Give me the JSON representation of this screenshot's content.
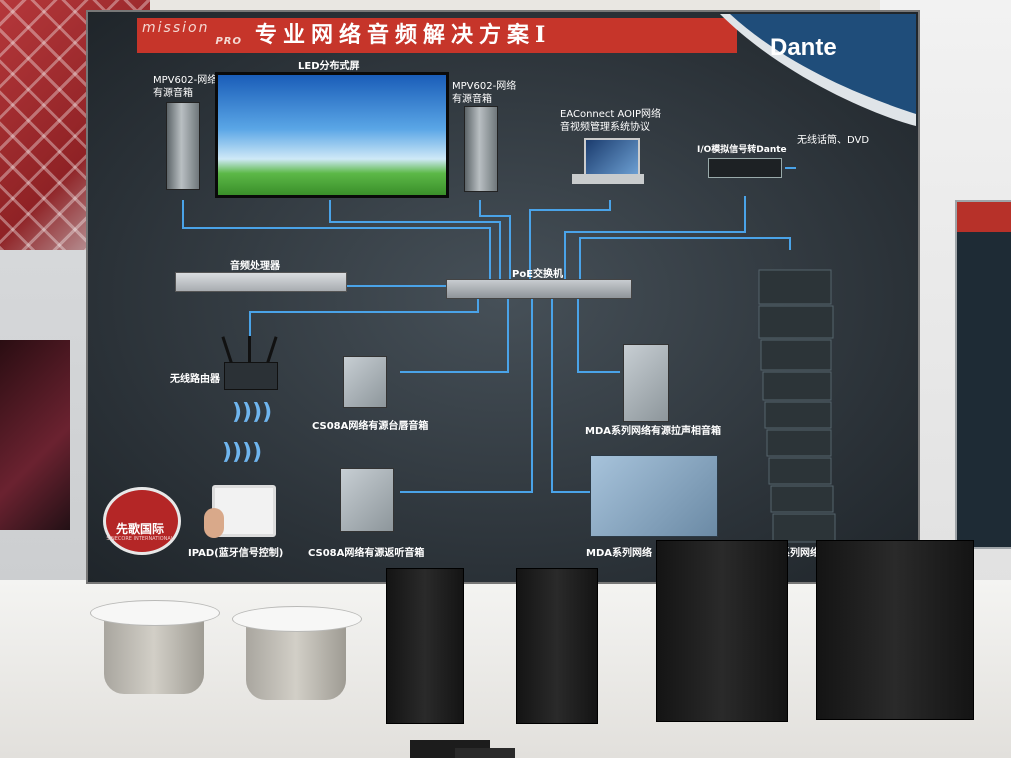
{
  "board": {
    "brand_logo": "mission",
    "brand_logo_sub": "PRO",
    "title": "专业网络音频解决方案Ⅰ",
    "dante_logo": "Dante",
    "company": {
      "name": "先歌国际",
      "sub": "SINECORE INTERNATIONAL"
    }
  },
  "devices": {
    "speaker_left": "MPV602-网络\n有源音箱",
    "led_screen": "LED分布式屏",
    "speaker_right": "MPV602-网络\n有源音箱",
    "eaconnect": "EAConnect AOIP网络\n音视频管理系统协议",
    "io_converter": "I/O模拟信号转Dante",
    "wireless_mic": "无线话筒、DVD",
    "dsp": "音频处理器",
    "poe_switch": "PoE交换机",
    "router": "无线路由器",
    "cs08a_desk": "CS08A网络有源台唇音箱",
    "mda_pull": "MDA系列网络有源拉声相音箱",
    "ipad": "IPAD(蓝牙信号控制)",
    "cs08a_monitor": "CS08A网络有源返听音箱",
    "mda_sub": "MDA系列网络",
    "line_array": "系列网络"
  },
  "colors": {
    "banner": "#c6352a",
    "board": "#2e353b",
    "cable": "#4aa3e8"
  }
}
